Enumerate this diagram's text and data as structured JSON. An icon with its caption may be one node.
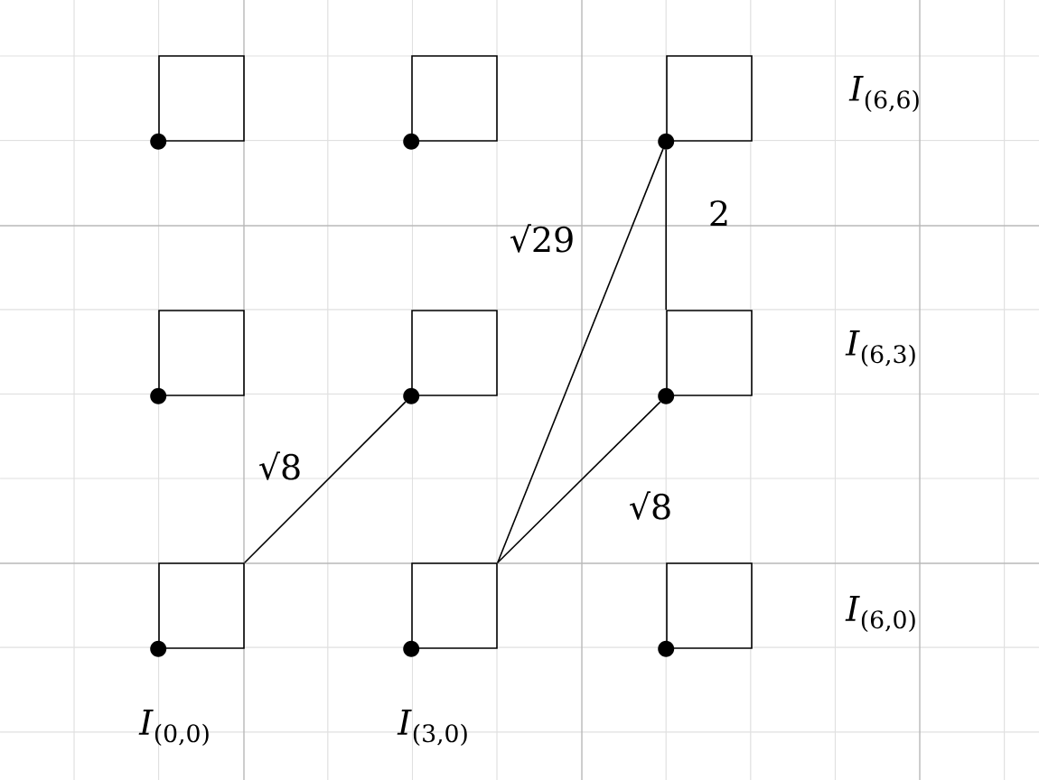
{
  "diagram": {
    "nodes": [
      {
        "text": [],
        "shape": "box"
      },
      {
        "text": [],
        "shape": "box"
      },
      {
        "text": [],
        "shape": "box",
        "beside": [
          "*I*$_{(6,6)}$"
        ]
      },
      {
        "text": [],
        "shape": "box"
      },
      {
        "text": [],
        "shape": "box"
      },
      {
        "text": [],
        "shape": "box",
        "beside": [
          "*I*$_{(6,3)}$"
        ]
      },
      {
        "text": [],
        "shape": "box",
        "beside": [
          "*I*$_{(0,0)}$"
        ]
      },
      {
        "text": [],
        "shape": "box",
        "beside": [
          "*I*$_{(3,0)}$"
        ]
      },
      {
        "text": [],
        "shape": "box",
        "beside": [
          "*I*$_{(6,0)}$"
        ]
      }
    ],
    "edges": [
      {
        "from": 6,
        "to": 4,
        "arrow": "none",
        "label": "√8"
      },
      {
        "from": 7,
        "to": 2,
        "arrow": "none",
        "label": "√29"
      },
      {
        "from": 7,
        "to": 5,
        "arrow": "none",
        "label": "√8"
      },
      {
        "from": 2,
        "to": 5,
        "arrow": "none",
        "label": "2"
      }
    ]
  }
}
